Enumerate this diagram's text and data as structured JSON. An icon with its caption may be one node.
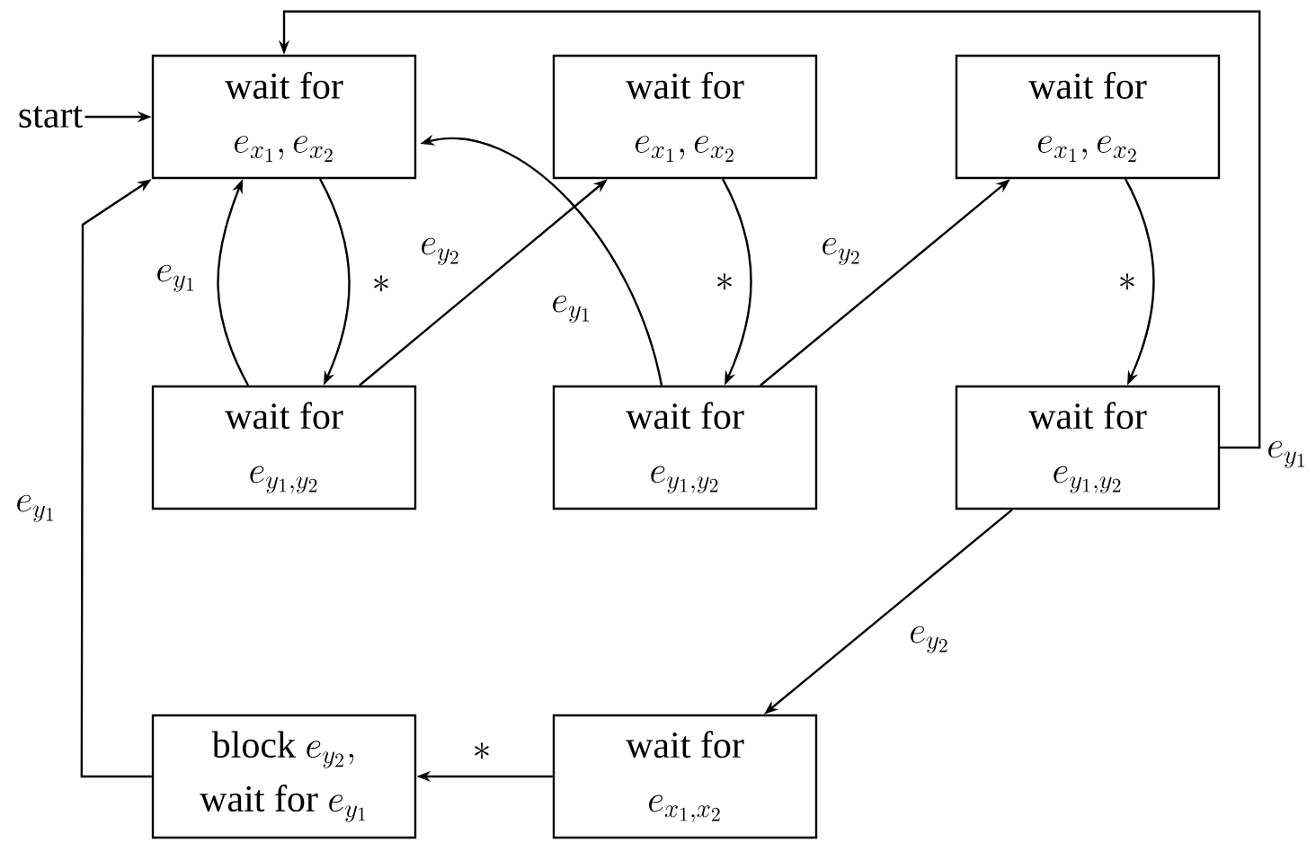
{
  "diagram": {
    "nodes": [
      {
        "text": [
          "start"
        ]
      },
      {
        "text": [
          "wait for",
          "e_{x_1},e_{x_2}"
        ]
      },
      {
        "text": [
          "wait for",
          "e_{x_1},e_{x_2}"
        ]
      },
      {
        "text": [
          "wait for",
          "e_{x_1},e_{x_2}"
        ]
      },
      {
        "text": [
          "wait for",
          "e_{y_1,y_2}"
        ]
      },
      {
        "text": [
          "wait for",
          "e_{y_1,y_2}"
        ]
      },
      {
        "text": [
          "wait for",
          "e_{y_1,y_2}"
        ]
      },
      {
        "text": [
          "\\mathrm{block}\\ e_{y_2},",
          "\\mathrm{wait\\ for}\\ e_{y_1}"
        ]
      },
      {
        "text": [
          "wait for",
          "e_{x_1,x_2}"
        ]
      }
    ],
    "edges": [
      {
        "from": 0,
        "to": 1,
        "arrow": "to"
      },
      {
        "from": 1,
        "to": 4,
        "arrow": "to",
        "label": "*"
      },
      {
        "from": 4,
        "to": 1,
        "arrow": "to",
        "label": "e_{y_1}"
      },
      {
        "from": 4,
        "to": 2,
        "arrow": "to",
        "label": "e_{y_2}"
      },
      {
        "from": 2,
        "to": 5,
        "arrow": "to",
        "label": "*"
      },
      {
        "from": 5,
        "to": 1,
        "arrow": "to",
        "label": "e_{y_1}"
      },
      {
        "from": 5,
        "to": 3,
        "arrow": "to",
        "label": "e_{y_2}"
      },
      {
        "from": 3,
        "to": 6,
        "arrow": "to",
        "label": "*"
      },
      {
        "from": 6,
        "to": 1,
        "arrow": "to",
        "label": "e_{y_1}"
      },
      {
        "from": 6,
        "to": 8,
        "arrow": "to",
        "label": "e_{y_2}"
      },
      {
        "from": 8,
        "to": 7,
        "arrow": "to",
        "label": "*"
      },
      {
        "from": 7,
        "to": 1,
        "arrow": "to",
        "label": "e_{y_1}"
      }
    ]
  }
}
